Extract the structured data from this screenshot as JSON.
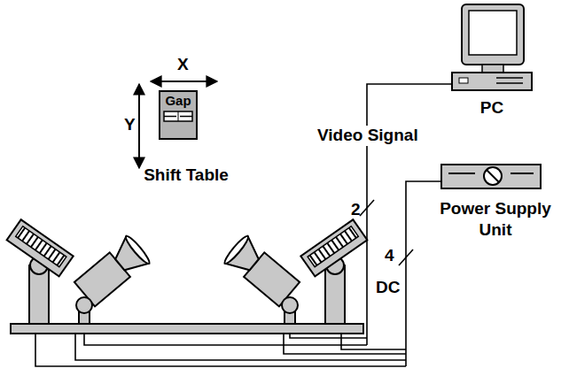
{
  "diagram": {
    "nodes": [
      {
        "text": [
          "Gap",
          "Shift Table"
        ]
      },
      {
        "text": [
          "PC"
        ]
      },
      {
        "text": [
          "Power Supply Unit"
        ]
      }
    ],
    "labels": [
      "X",
      "Y",
      "Video Signal",
      "2",
      "4",
      "DC"
    ]
  }
}
